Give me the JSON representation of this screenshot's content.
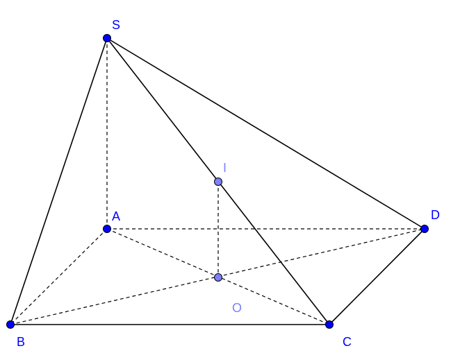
{
  "points": {
    "S": {
      "label": "S",
      "color": "#0000ff",
      "label_color": "#0000ff"
    },
    "A": {
      "label": "A",
      "color": "#0000ff",
      "label_color": "#0000ff"
    },
    "B": {
      "label": "B",
      "color": "#0000ff",
      "label_color": "#0000ff"
    },
    "C": {
      "label": "C",
      "color": "#0000ff",
      "label_color": "#0000ff"
    },
    "D": {
      "label": "D",
      "color": "#0000ff",
      "label_color": "#0000ff"
    },
    "I": {
      "label": "I",
      "color": "#7f7fff",
      "label_color": "#7f7fff"
    },
    "O": {
      "label": "O",
      "color": "#7f7fff",
      "label_color": "#7f7fff"
    }
  },
  "solid_edges": [
    [
      "S",
      "B"
    ],
    [
      "S",
      "C"
    ],
    [
      "S",
      "D"
    ],
    [
      "B",
      "C"
    ],
    [
      "C",
      "D"
    ]
  ],
  "dashed_edges": [
    [
      "S",
      "A"
    ],
    [
      "A",
      "B"
    ],
    [
      "A",
      "D"
    ],
    [
      "A",
      "C"
    ],
    [
      "B",
      "D"
    ],
    [
      "I",
      "O"
    ]
  ]
}
